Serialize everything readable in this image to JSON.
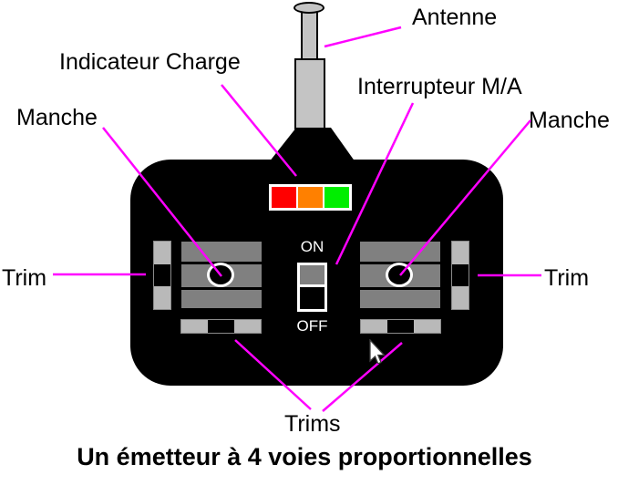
{
  "figure": {
    "caption": "Un émetteur à 4 voies proportionnelles"
  },
  "callouts": {
    "antenne": "Antenne",
    "indicateur_charge": "Indicateur Charge",
    "interrupteur_ma": "Interrupteur M/A",
    "manche_left": "Manche",
    "manche_right": "Manche",
    "trim_left": "Trim",
    "trim_right": "Trim",
    "trims": "Trims"
  },
  "transmitter": {
    "switch": {
      "on": "ON",
      "off": "OFF"
    },
    "charge_leds": [
      {
        "name": "led-red",
        "color": "#ff0000"
      },
      {
        "name": "led-orange",
        "color": "#ff8000"
      },
      {
        "name": "led-green",
        "color": "#00ee00"
      }
    ]
  },
  "colors": {
    "leader_line": "#ff00ff",
    "body": "#000000",
    "stick_plate": "#808080",
    "trim_light": "#b9b9b9",
    "antenna": "#c4c4c4",
    "label_text": "#000000",
    "switch_text": "#ffffff"
  }
}
